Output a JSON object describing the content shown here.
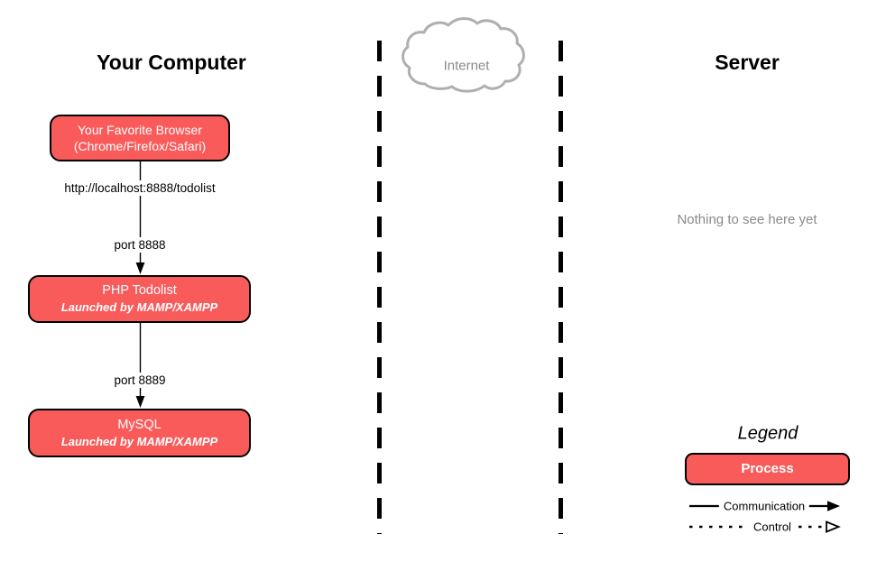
{
  "colors": {
    "node-fill": "#F95B5B",
    "node-border": "#000000",
    "node-text": "#FFFFFF",
    "line": "#000000",
    "muted-text": "#8A8A8A",
    "cloud-stroke": "#AFAFAF",
    "background": "#FFFFFF"
  },
  "your_computer": {
    "title": "Your Computer",
    "browser_node": {
      "line1": "Your Favorite Browser",
      "line2": "(Chrome/Firefox/Safari)"
    },
    "url_label": "http://localhost:8888/todolist",
    "port_8888_label": "port 8888",
    "php_node": {
      "title": "PHP Todolist",
      "subtitle": "Launched by MAMP/XAMPP"
    },
    "port_8889_label": "port 8889",
    "mysql_node": {
      "title": "MySQL",
      "subtitle": "Launched by MAMP/XAMPP"
    }
  },
  "internet": {
    "label": "Internet"
  },
  "server": {
    "title": "Server",
    "placeholder_text": "Nothing to see here yet"
  },
  "legend": {
    "title": "Legend",
    "process_label": "Process",
    "communication_label": "Communication",
    "control_label": "Control"
  }
}
